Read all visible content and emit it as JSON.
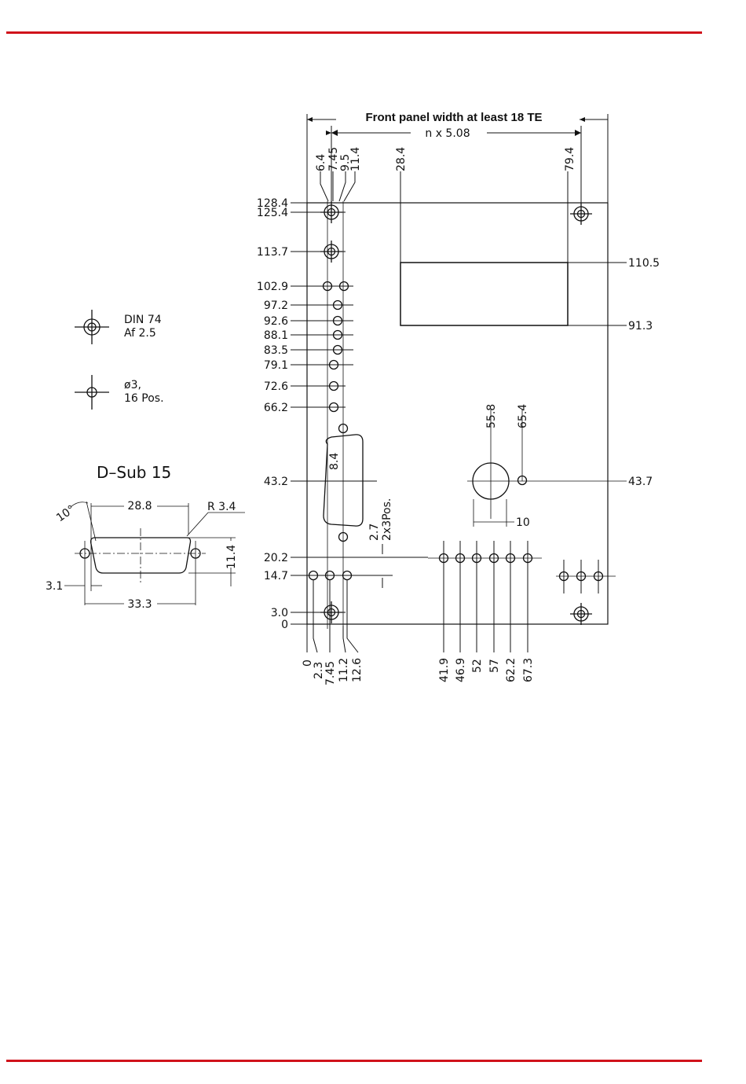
{
  "header": {
    "title": "Front panel width at least 18 TE",
    "pitch": "n  x  5.08"
  },
  "top_dims": [
    "6.4",
    "7.45",
    "9.5",
    "11.4",
    "28.4",
    "79.4"
  ],
  "left_dims": [
    "128.4",
    "125.4",
    "113.7",
    "102.9",
    "97.2",
    "92.6",
    "88.1",
    "83.5",
    "79.1",
    "72.6",
    "66.2",
    "43.2",
    "20.2",
    "14.7",
    "3.0",
    "0"
  ],
  "right_dims": [
    "110.5",
    "91.3",
    "43.7"
  ],
  "bottom_dims": [
    "0",
    "2.3",
    "7.45",
    "11.2",
    "12.6",
    "41.9",
    "46.9",
    "52",
    "57",
    "62.2",
    "67.3"
  ],
  "inner_dims": {
    "dsub_gap": "8.4",
    "pins": "2.7",
    "pins_pos": "2x3Pos.",
    "dia_x": "55.8",
    "hole_x": "65.4",
    "dia_w": "10"
  },
  "legend": {
    "din_line1": "DIN  74",
    "din_line2": "Af  2.5",
    "hole_line1": "ø3,",
    "hole_line2": "16  Pos."
  },
  "dsub": {
    "title": "D–Sub  15",
    "angle": "10°",
    "width_top": "28.8",
    "radius": "R  3.4",
    "height": "11.4",
    "offset": "3.1",
    "width_total": "33.3"
  }
}
